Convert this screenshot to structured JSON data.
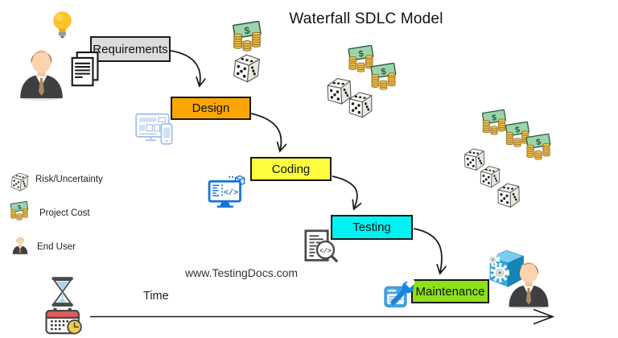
{
  "title": "Waterfall SDLC Model",
  "watermark": "www.TestingDocs.com",
  "timeline": {
    "label": "Time"
  },
  "phases": [
    {
      "id": "requirements",
      "label": "Requirements",
      "color": "#dcdcdc"
    },
    {
      "id": "design",
      "label": "Design",
      "color": "#f9a602"
    },
    {
      "id": "coding",
      "label": "Coding",
      "color": "#fdfd3d"
    },
    {
      "id": "testing",
      "label": "Testing",
      "color": "#00f2f2"
    },
    {
      "id": "maintenance",
      "label": "Maintenance",
      "color": "#8ee01a"
    }
  ],
  "legend": {
    "items": [
      {
        "icon": "dice-icon",
        "label": "Risk/Uncertainty"
      },
      {
        "icon": "money-icon",
        "label": "Project Cost"
      },
      {
        "icon": "person-icon",
        "label": "End User"
      }
    ]
  },
  "icons": {
    "money_glyph": "$",
    "code_glyph": "</>",
    "dice_meaning": "risk-uncertainty",
    "money_meaning": "project-cost"
  }
}
